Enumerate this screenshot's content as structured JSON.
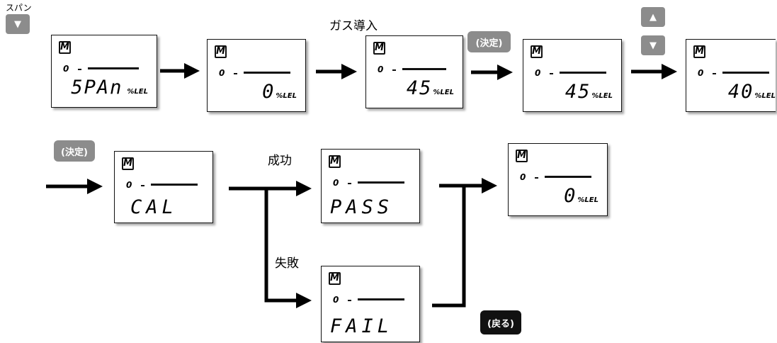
{
  "labels": {
    "span": "スパン",
    "gas_intro": "ガス導入",
    "success": "成功",
    "failure": "失敗"
  },
  "keys": {
    "down": "▼",
    "up": "▲"
  },
  "buttons": {
    "decide": "(決定)",
    "back": "(戻る)"
  },
  "display": {
    "mode_icon": "M",
    "zero": "0",
    "unit": "%LEL"
  },
  "screens": [
    {
      "reading": "5PAn",
      "unit": "%LEL"
    },
    {
      "reading": "0",
      "unit": "%LEL"
    },
    {
      "reading": "45",
      "unit": "%LEL"
    },
    {
      "reading": "45",
      "unit": "%LEL"
    },
    {
      "reading": "40",
      "unit": "%LEL"
    },
    {
      "reading": "CAL",
      "unit": ""
    },
    {
      "reading": "PASS",
      "unit": ""
    },
    {
      "reading": "FAIL",
      "unit": ""
    },
    {
      "reading": "0",
      "unit": "%LEL"
    }
  ],
  "colors": {
    "button_gray": "#8c8c8c",
    "button_dark": "#111111",
    "line": "#000000"
  }
}
